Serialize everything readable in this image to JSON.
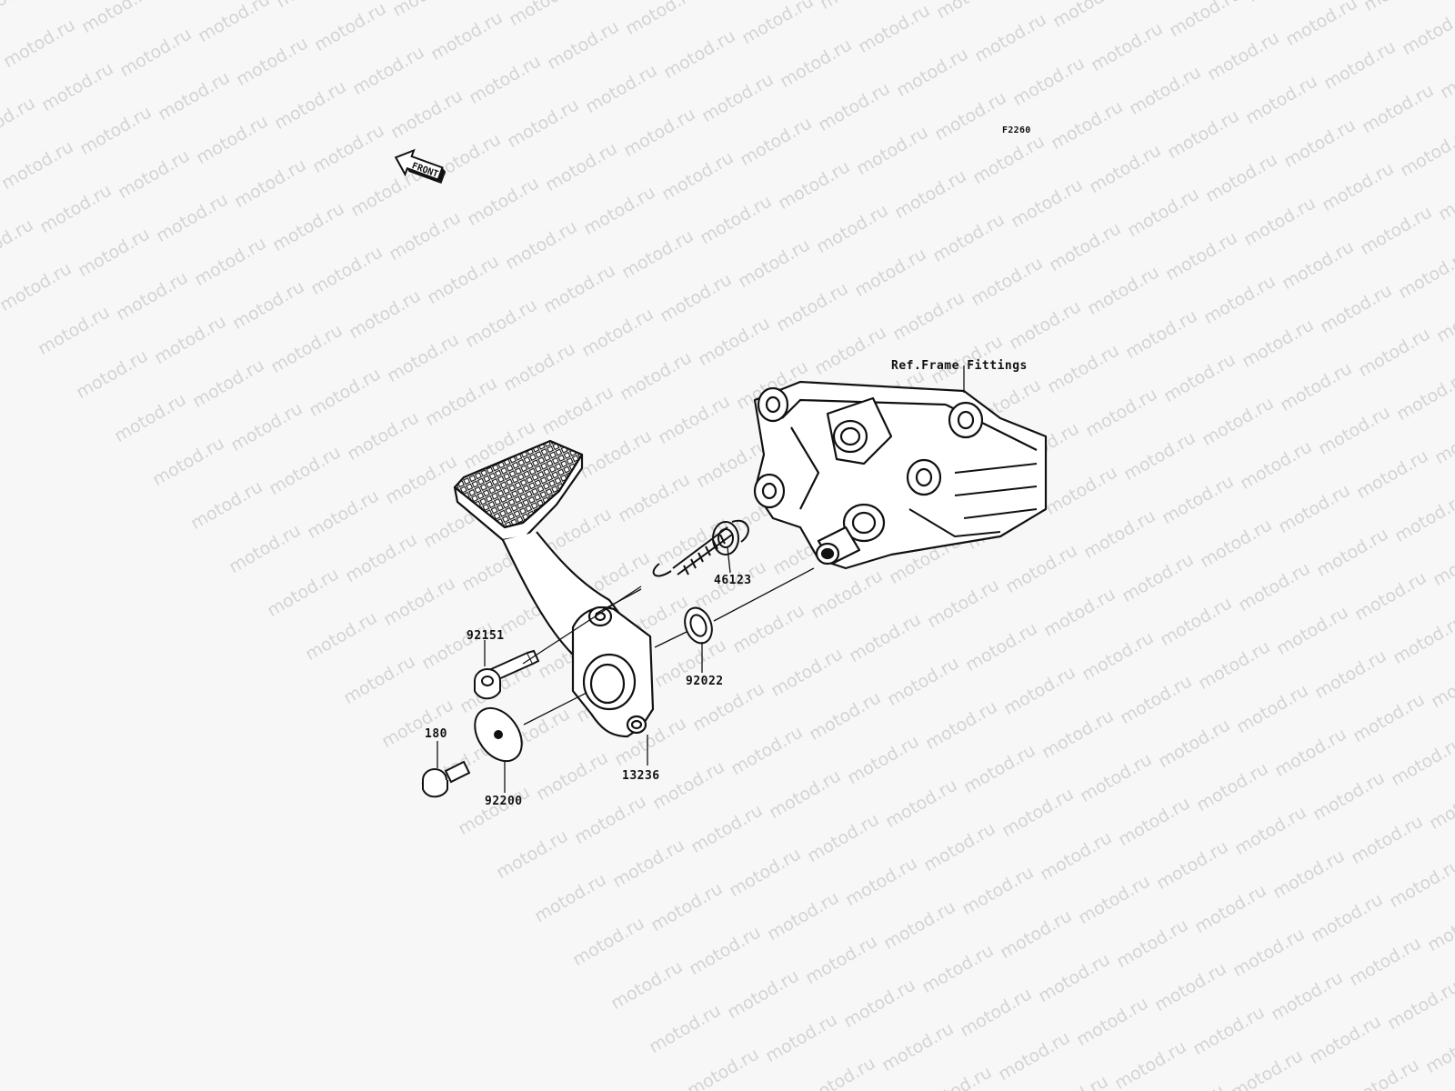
{
  "watermark": {
    "text": "motod.ru",
    "color": "#d4d4d4"
  },
  "diagram": {
    "code": "F2260",
    "front_indicator": "FRONT",
    "reference_label": "Ref.Frame Fittings",
    "parts": [
      {
        "id": "p46123",
        "number": "46123",
        "description_icon": "spring"
      },
      {
        "id": "p92151",
        "number": "92151",
        "description_icon": "bolt"
      },
      {
        "id": "p92022",
        "number": "92022",
        "description_icon": "washer"
      },
      {
        "id": "p180",
        "number": "180",
        "description_icon": "bolt"
      },
      {
        "id": "p92200",
        "number": "92200",
        "description_icon": "washer"
      },
      {
        "id": "p13236",
        "number": "13236",
        "description_icon": "brake-pedal"
      }
    ]
  }
}
